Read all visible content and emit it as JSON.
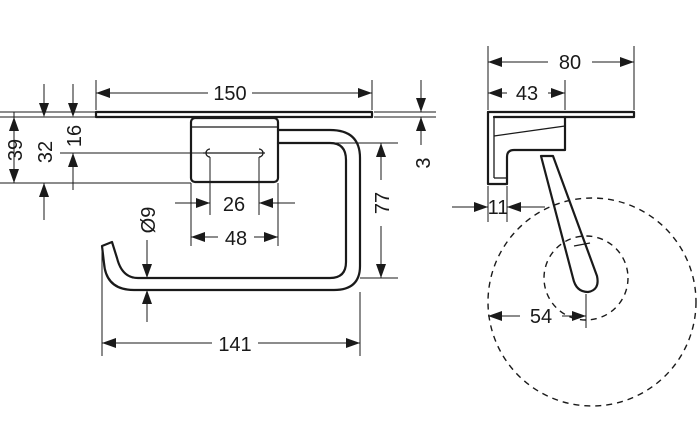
{
  "drawing": {
    "front_view": {
      "overall_width": "150",
      "height_39": "39",
      "height_32": "32",
      "height_16": "16",
      "shelf_thickness": "3",
      "mount_26": "26",
      "mount_48": "48",
      "arm_height": "77",
      "rod_diameter": "Ø9",
      "arm_length": "141"
    },
    "side_view": {
      "overall_depth": "80",
      "depth_43": "43",
      "offset_11": "11",
      "roll_radius": "54"
    }
  }
}
